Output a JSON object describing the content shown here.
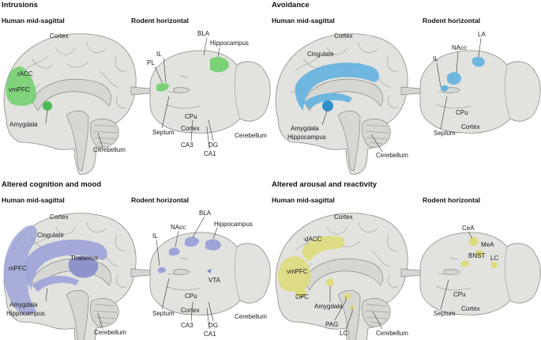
{
  "colors": {
    "intrusions": "#6fcf6a",
    "avoidance": "#63b3df",
    "cognition": "#9ea3d8",
    "arousal": "#dedc7c",
    "brain_fill": "#e2e2df",
    "brain_stroke": "#8a8a86"
  },
  "panels": {
    "intrusions": {
      "title": "Intrusions",
      "human": {
        "subtitle": "Human mid-sagittal",
        "labels": [
          "Cortex",
          "rACC",
          "vmPFC",
          "Amygdala",
          "Cerebellum"
        ]
      },
      "rodent": {
        "subtitle": "Rodent horizontal",
        "labels": [
          "BLA",
          "Hippocampus",
          "IL",
          "PL",
          "CPu",
          "Septum",
          "Cortex",
          "Cerebellum",
          "CA3",
          "DG",
          "CA1"
        ]
      }
    },
    "avoidance": {
      "title": "Avoidance",
      "human": {
        "subtitle": "Human mid-sagittal",
        "labels": [
          "Cortex",
          "Cingulate",
          "Amygdala",
          "Hippocampus",
          "Cerebellum"
        ]
      },
      "rodent": {
        "subtitle": "Rodent horizontal",
        "labels": [
          "NAcc",
          "LA",
          "IL",
          "CPu",
          "Septum",
          "Cortex"
        ]
      }
    },
    "cognition": {
      "title": "Altered cognition and mood",
      "human": {
        "subtitle": "Human mid-sagittal",
        "labels": [
          "Cortex",
          "Cingulate",
          "Thalamus",
          "mPFC",
          "Amygdala",
          "Hippocampus",
          "Cerebellum"
        ]
      },
      "rodent": {
        "subtitle": "Rodent horizontal",
        "labels": [
          "BLA",
          "Hippocampus",
          "NAcc",
          "IL",
          "VTA",
          "CPu",
          "Septum",
          "Cortex",
          "Cerebellum",
          "CA3",
          "DG",
          "CA1"
        ]
      }
    },
    "arousal": {
      "title": "Altered arousal and reactivity",
      "human": {
        "subtitle": "Human mid-sagittal",
        "labels": [
          "Cortex",
          "dACC",
          "vmPFC",
          "OFC",
          "Amygdala",
          "PAG",
          "LC",
          "Cerebellum"
        ]
      },
      "rodent": {
        "subtitle": "Rodent horizontal",
        "labels": [
          "CeA",
          "MeA",
          "BNST",
          "LC",
          "CPu",
          "Septum",
          "Cortex"
        ]
      }
    }
  }
}
